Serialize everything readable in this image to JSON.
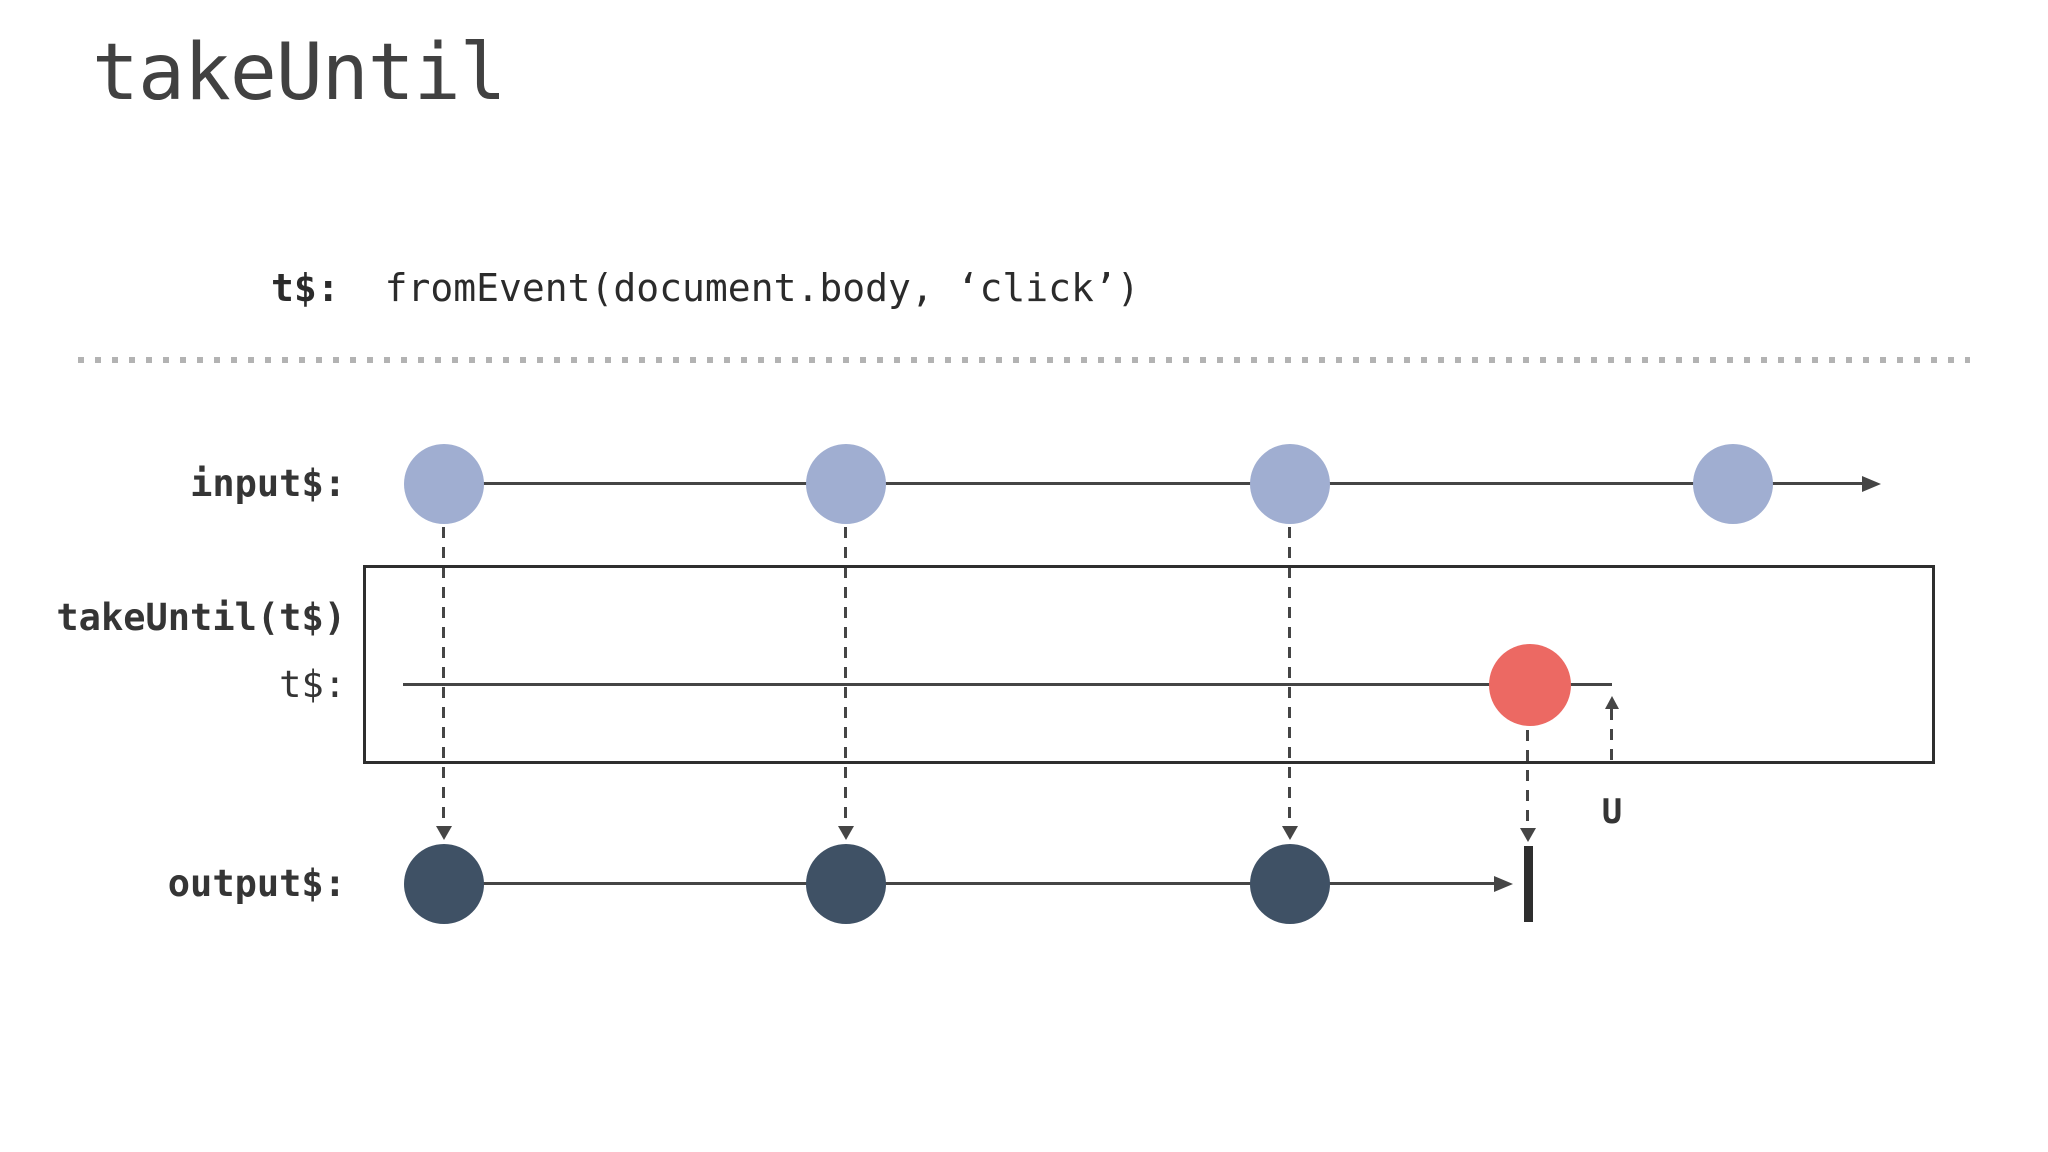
{
  "slide": {
    "title": "takeUntil"
  },
  "code": {
    "label": "t$:",
    "expression": "fromEvent(document.body, ‘click’)"
  },
  "labels": {
    "input": "input$:",
    "operator": "takeUntil(t$)",
    "trigger": "t$:",
    "output": "output$:",
    "unsubscribe": "U"
  },
  "colors": {
    "input_marble": "#a0aed1",
    "trigger_marble": "#ec6963",
    "output_marble": "#3f5165",
    "line": "#454545",
    "box_border": "#2e2e2e",
    "label_text": "#353535",
    "divider_dot": "#b3b3b3"
  },
  "marble_diagram": {
    "input_stream": {
      "marble_count": 4,
      "continues": true
    },
    "trigger_stream": {
      "marble_count": 1,
      "emits_after_third_input": true
    },
    "output_stream": {
      "marble_count": 3,
      "completes": true
    }
  }
}
